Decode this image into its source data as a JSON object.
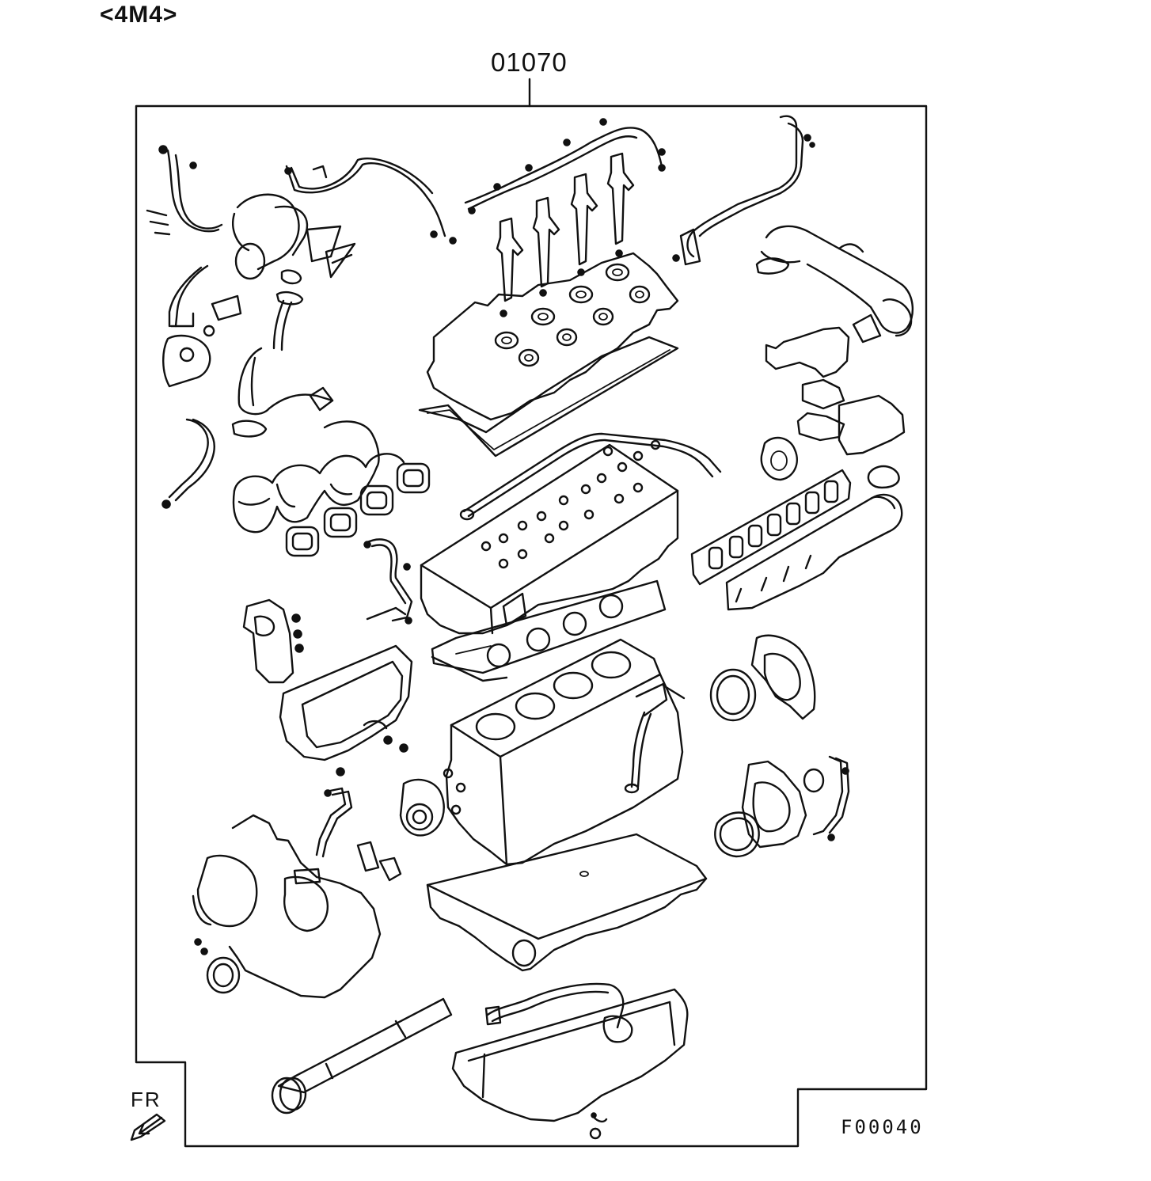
{
  "header": {
    "engine_code": "<4M4>"
  },
  "callout": {
    "part_number": "01070"
  },
  "orientation": {
    "label": "FR"
  },
  "footer": {
    "figure_code": "F00040"
  }
}
